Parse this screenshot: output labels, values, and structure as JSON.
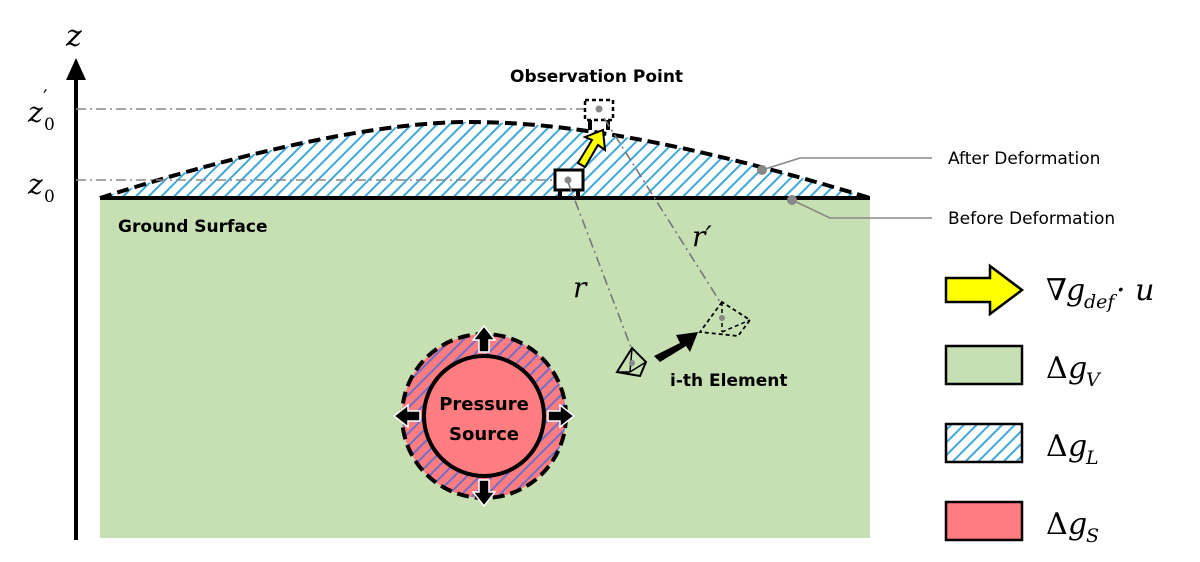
{
  "axis": {
    "label": "z",
    "z0_label": "z",
    "z0_sub": "0",
    "z0p_label": "z",
    "z0p_prime": "′",
    "z0p_sub": "0"
  },
  "labels": {
    "observation_point": "Observation Point",
    "ground_surface": "Ground Surface",
    "pressure_source_line1": "Pressure",
    "pressure_source_line2": "Source",
    "ith_element": "i-th Element",
    "r": "r",
    "r_prime": "r′"
  },
  "callouts": {
    "after": "After Deformation",
    "before": "Before Deformation"
  },
  "legend": {
    "gradient": {
      "symbol": "∇",
      "g": "g",
      "sub": "def",
      "tail": " · u"
    },
    "volume": {
      "delta": "Δ",
      "g": "g",
      "sub": "V"
    },
    "layer": {
      "delta": "Δ",
      "g": "g",
      "sub": "L"
    },
    "source": {
      "delta": "Δ",
      "g": "g",
      "sub": "S"
    }
  },
  "colors": {
    "ground": "#c6e0b4",
    "hatch": "#3fa8d8",
    "source": "#ff7c80",
    "ring_hatch": "#7b6fc4",
    "arrow_yellow": "#ffff00"
  }
}
